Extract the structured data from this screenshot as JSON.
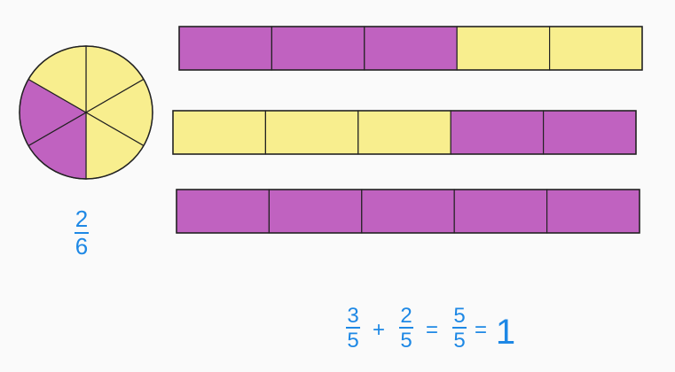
{
  "colors": {
    "shaded": "#c062c0",
    "unshaded": "#f8ee8e",
    "stroke": "#222222",
    "text": "#1e88e5"
  },
  "circle": {
    "parts": 6,
    "shaded": [
      3,
      4
    ],
    "fraction": {
      "numerator": "2",
      "denominator": "6"
    }
  },
  "bars": [
    {
      "parts": 5,
      "shaded": [
        0,
        1,
        2
      ]
    },
    {
      "parts": 5,
      "shaded": [
        3,
        4
      ]
    },
    {
      "parts": 5,
      "shaded": [
        0,
        1,
        2,
        3,
        4
      ]
    }
  ],
  "equation": {
    "term1": {
      "numerator": "3",
      "denominator": "5"
    },
    "plus": "+",
    "term2": {
      "numerator": "2",
      "denominator": "5"
    },
    "equals1": "=",
    "term3": {
      "numerator": "5",
      "denominator": "5"
    },
    "equals2": "=",
    "result": "1"
  }
}
